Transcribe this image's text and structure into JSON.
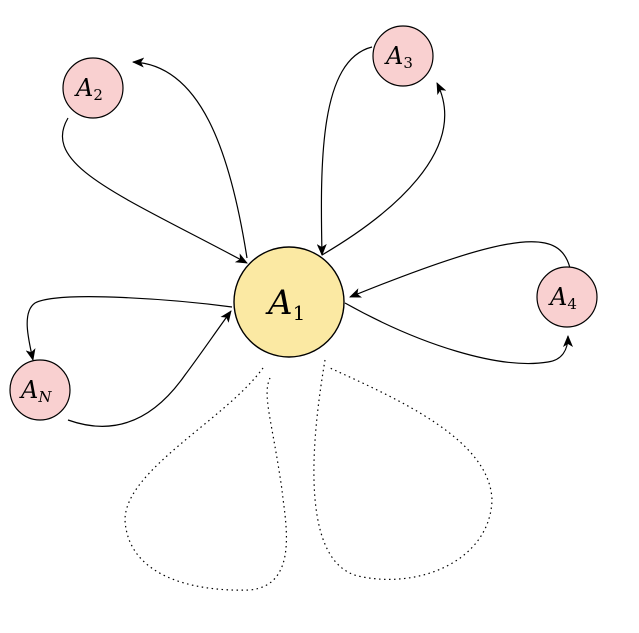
{
  "colors": {
    "center_fill": "#fbe9a3",
    "outer_fill": "#f9d0d0",
    "stroke": "#000000",
    "background": "#ffffff"
  },
  "nodes": {
    "center": {
      "base": "A",
      "sub": "1"
    },
    "a2": {
      "base": "A",
      "sub": "2"
    },
    "a3": {
      "base": "A",
      "sub": "3"
    },
    "a4": {
      "base": "A",
      "sub": "4"
    },
    "an": {
      "base": "A",
      "sub": "N"
    }
  },
  "edges": [
    {
      "from": "A1",
      "to": "A2",
      "direction": "bidirectional-loop"
    },
    {
      "from": "A1",
      "to": "A3",
      "direction": "bidirectional-loop"
    },
    {
      "from": "A1",
      "to": "A4",
      "direction": "bidirectional-loop"
    },
    {
      "from": "A1",
      "to": "AN",
      "direction": "bidirectional-loop"
    }
  ],
  "placeholder_loops": 2
}
